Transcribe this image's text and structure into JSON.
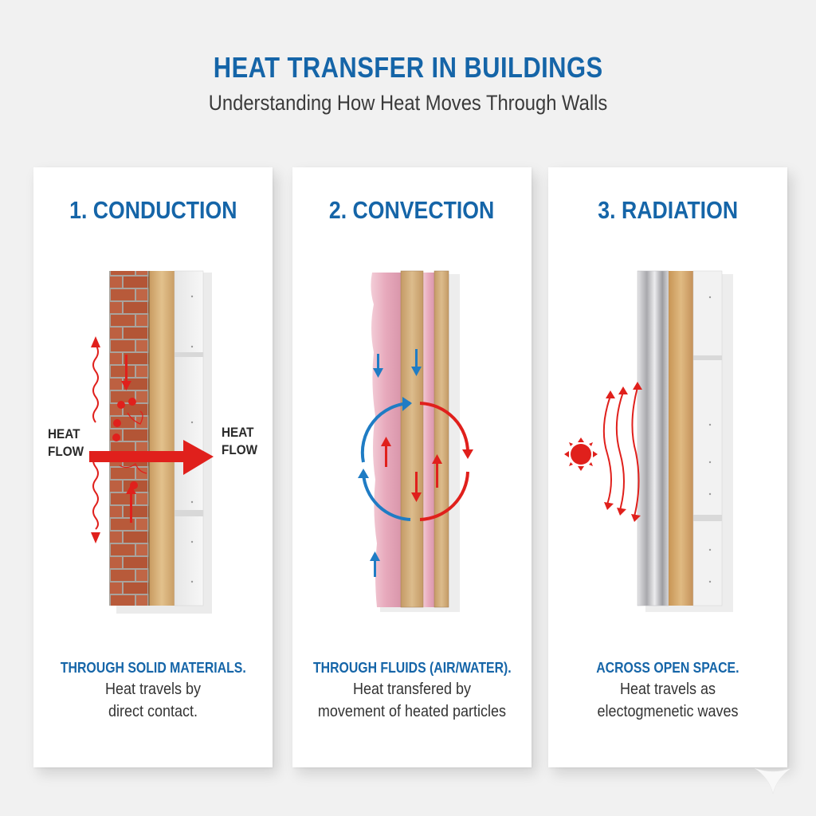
{
  "header": {
    "title": "HEAT TRANSFER IN BUILDINGS",
    "subtitle": "Understanding How Heat Moves Through Walls"
  },
  "colors": {
    "accent_blue": "#1565a8",
    "heat_red": "#e0201c",
    "cool_blue": "#1f7cc4",
    "brick": "#b55a3c",
    "wood": "#d6b27c",
    "insulation_pink": "#ecb7c6",
    "foil": "#c9c9cc",
    "drywall": "#f2f2f2",
    "background": "#f1f1f1"
  },
  "cards": [
    {
      "title": "1. CONDUCTION",
      "illustration": "brick-wood-drywall-wall-cross-section",
      "labels": {
        "left_line1": "HEAT",
        "left_line2": "FLOW",
        "right_line1": "HEAT",
        "right_line2": "FLOW"
      },
      "caption_head": "THROUGH SOLID MATERIALS.",
      "caption_line1": "Heat travels by",
      "caption_line2": "direct contact."
    },
    {
      "title": "2. CONVECTION",
      "illustration": "pink-insulation-wood-stud-cross-section",
      "caption_head": "THROUGH FLUIDS (AIR/WATER).",
      "caption_line1": "Heat transfered by",
      "caption_line2": "movement of heated particles"
    },
    {
      "title": "3. RADIATION",
      "illustration": "foil-wood-drywall-cross-section-with-sun",
      "caption_head": "ACROSS OPEN SPACE.",
      "caption_line1": "Heat travels as",
      "caption_line2": "electogmenetic waves"
    }
  ]
}
